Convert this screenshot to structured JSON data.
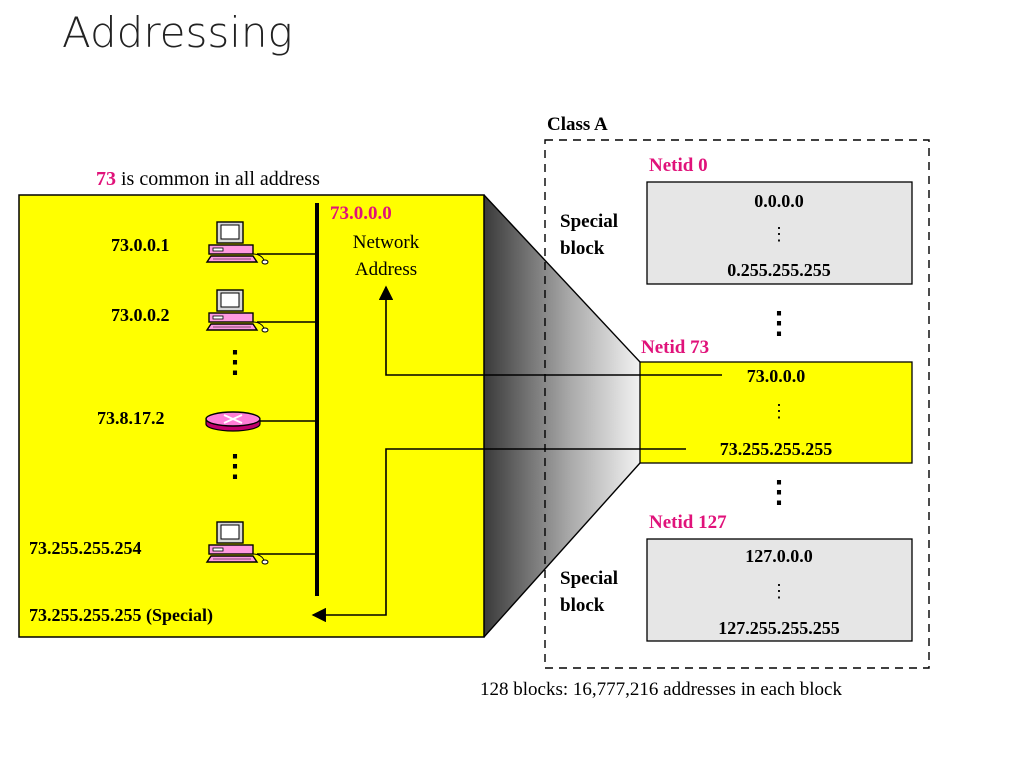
{
  "title": "Addressing",
  "caption": {
    "highlight": "73",
    "rest": " is common in all address"
  },
  "hosts": [
    {
      "label": "73.0.0.1",
      "kind": "computer"
    },
    {
      "label": "73.0.0.2",
      "kind": "computer"
    },
    {
      "label": "73.8.17.2",
      "kind": "router"
    },
    {
      "label": "73.255.255.254",
      "kind": "computer"
    }
  ],
  "network_address": {
    "ip": "73.0.0.0",
    "line1": "Network",
    "line2": "Address"
  },
  "broadcast": "73.255.255.255 (Special)",
  "class_label": "Class A",
  "blocks": [
    {
      "netid": "Netid 0",
      "first": "0.0.0.0",
      "last": "0.255.255.255",
      "side1": "Special",
      "side2": "block"
    },
    {
      "netid": "Netid 73",
      "first": "73.0.0.0",
      "last": "73.255.255.255"
    },
    {
      "netid": "Netid 127",
      "first": "127.0.0.0",
      "last": "127.255.255.255",
      "side1": "Special",
      "side2": "block"
    }
  ],
  "ellipsis": "⋮",
  "footer": "128 blocks: 16,777,216 addresses in each block",
  "colors": {
    "yellow": "#ffff00",
    "magenta": "#e0127a",
    "gray_box": "#e6e6e6"
  }
}
